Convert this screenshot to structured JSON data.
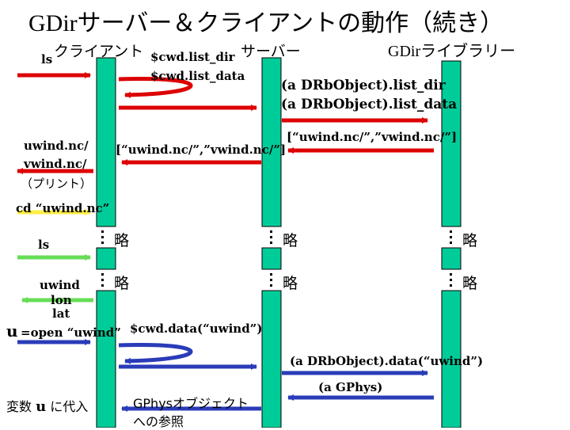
{
  "title": "GDirサーバー＆クライアントの動作（続き）",
  "columns": {
    "client": "クライアント",
    "server": "サーバー",
    "library": "GDirライブラリー"
  },
  "omitted": "略",
  "messages": {
    "ls_1": "ls",
    "cwd_list_dir": "$cwd.list_dir",
    "cwd_list_data": "$cwd.list_data",
    "drb_list_dir": "(a DRbObject).list_dir",
    "drb_list_data": "(a DRbObject).list_data",
    "ret_lib": "[“uwind.nc/”,”vwind.nc/”]",
    "ret_srv": "[“uwind.nc/”,”vwind.nc/”]",
    "print_1": "uwind.nc/",
    "print_2": "vwind.nc/",
    "print_3": "（プリント）",
    "cd": "cd “uwind.nc”",
    "ls_2": "ls",
    "out_1": "uwind",
    "out_2": "lon",
    "out_3": "lat",
    "u_var": "u",
    "open_uwind": "=open “uwind”",
    "cwd_data": "$cwd.data(“uwind”)",
    "drb_data": "(a DRbObject).data(“uwind”)",
    "a_gphys": "(a GPhys)",
    "gphys_ref_1": "GPhysオブジェクト",
    "gphys_ref_2": "への参照",
    "assign_1": "変数",
    "assign_2": "u",
    "assign_3": "に代入"
  },
  "colors": {
    "lifeline": "#00cc99",
    "red_arrow": "#dd0000",
    "blue_arrow": "#2a3cb8",
    "green_arrow": "#66dd55",
    "yellow_arrow": "#ffee44"
  }
}
